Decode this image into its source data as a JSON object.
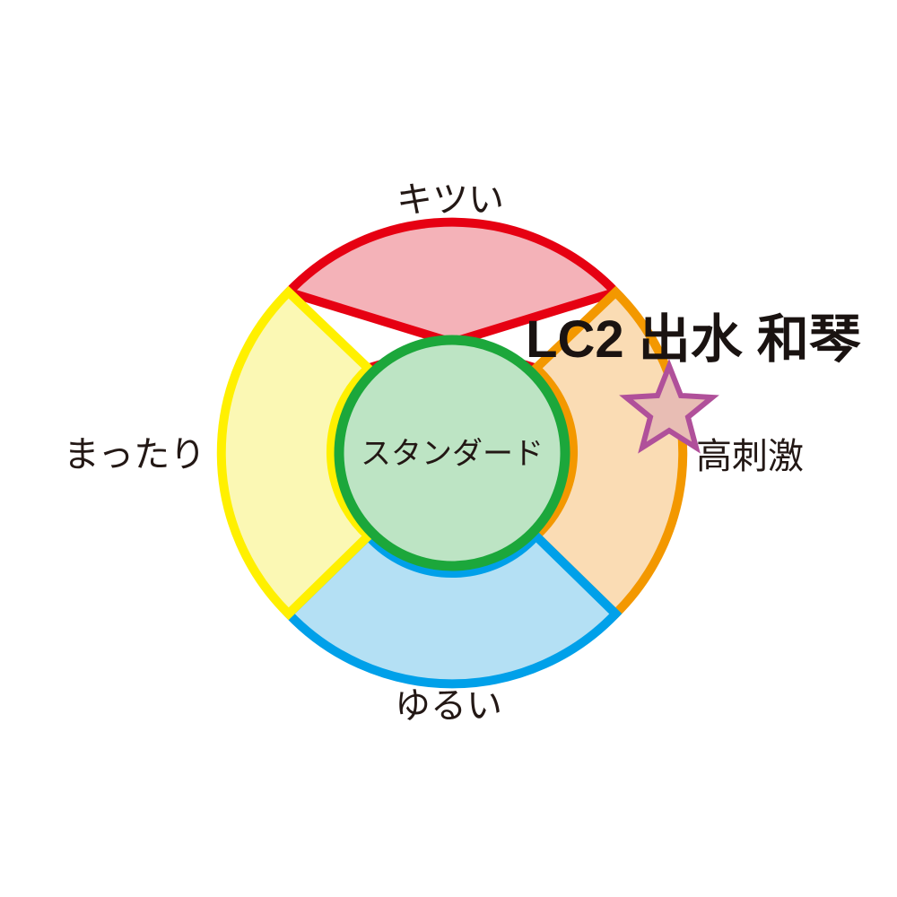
{
  "segments": {
    "top": {
      "label": "キツい",
      "fill": "#f4b2b8",
      "stroke": "#e60012"
    },
    "right": {
      "label": "高刺激",
      "fill": "#fadcb4",
      "stroke": "#f39800"
    },
    "bottom": {
      "label": "ゆるい",
      "fill": "#b4e0f4",
      "stroke": "#00a0e9"
    },
    "left": {
      "label": "まったり",
      "fill": "#fbf8b4",
      "stroke": "#fff000"
    }
  },
  "center": {
    "label": "スタンダード",
    "fill": "#bde4c4",
    "stroke": "#1ca73b"
  },
  "marker": {
    "title": "LC2 出水 和琴",
    "icon": "star-icon",
    "fill": "#e8bdb4",
    "stroke": "#b0509a"
  }
}
